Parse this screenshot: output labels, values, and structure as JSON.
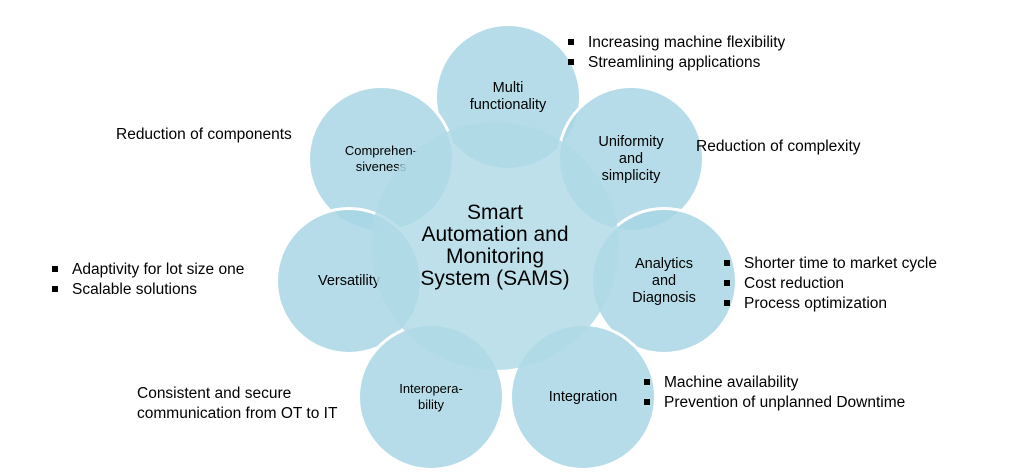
{
  "center": {
    "label_lines": [
      "Smart",
      "Automation and",
      "Monitoring",
      "System (SAMS)"
    ]
  },
  "satellites": {
    "multi": [
      "Multi",
      "functionality"
    ],
    "uniformity": [
      "Uniformity",
      "and",
      "simplicity"
    ],
    "analytics": [
      "Analytics",
      "and",
      "Diagnosis"
    ],
    "integration": [
      "Integration"
    ],
    "interop": [
      "Interopera-",
      "bility"
    ],
    "versatility": [
      "Versatility"
    ],
    "comprehensive": [
      "Comprehen-",
      "siveness"
    ]
  },
  "notes": {
    "multi": [
      "Increasing machine flexibility",
      "Streamlining applications"
    ],
    "uniformity": "Reduction of complexity",
    "analytics": [
      "Shorter time to market cycle",
      "Cost reduction",
      "Process optimization"
    ],
    "integration": [
      "Machine availability",
      "Prevention of unplanned Downtime"
    ],
    "interop": [
      "Consistent and secure",
      "communication from OT to IT"
    ],
    "versatility": [
      "Adaptivity for lot size one",
      "Scalable solutions"
    ],
    "comprehensive": "Reduction of components"
  }
}
